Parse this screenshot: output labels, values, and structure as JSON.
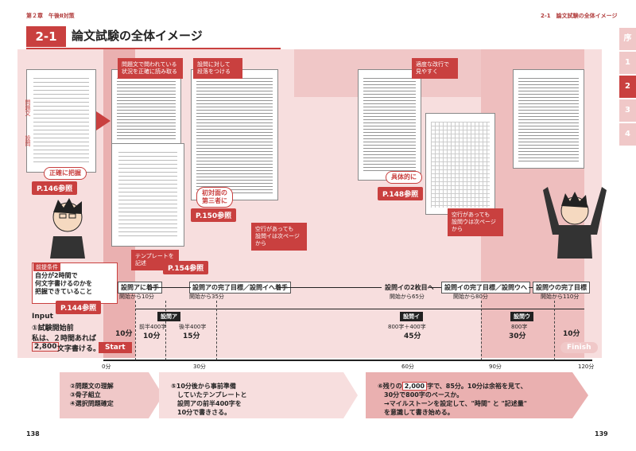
{
  "header": {
    "left": "第２章　午後Ⅱ対策",
    "right": "2-1　論文試験の全体イメージ"
  },
  "title": {
    "number": "2-1",
    "text": "論文試験の全体イメージ"
  },
  "tabs": [
    "序",
    "1",
    "2",
    "3",
    "4"
  ],
  "paper_labels": {
    "mondaibun": "問題文",
    "setsumon": "設問"
  },
  "notes": {
    "n1": "問題文で問われている\n状況を正確に読み取る",
    "n2": "設問に対して\n段落をつける",
    "n3": "空行があっても\n設問イは次ページ\nから",
    "n4": "テンプレートを\n記述",
    "n5": "適度な改行で\n見やすく",
    "n6": "空行があっても\n設問ウは次ページ\nから"
  },
  "bubbles": {
    "b1": "正確に把握",
    "b2": "初対面の\n第三者に",
    "b3": "具体的に"
  },
  "refs": {
    "r1": "P.146参照",
    "r2": "P.150参照",
    "r3": "P.154参照",
    "r4": "P.148参照",
    "r5": "P.144参照"
  },
  "premise": {
    "label": "前提条件",
    "text": "自分が2時間で\n何文字書けるのかを\n把握できていること"
  },
  "input": {
    "title": "Input",
    "line1": "①試験開始前",
    "line2": "私は、２時間あれば",
    "chars": "2,800",
    "line3": "文字書ける。"
  },
  "milestones": {
    "m1": "設問アに着手",
    "m2": "設問アの完了目標／設問イへ着手",
    "m3": "設問イの2枚目へ",
    "m4": "設問イの完了目標／設問ウへ",
    "m5": "設問ウの完了目標"
  },
  "starts": {
    "s1": "開始から10分",
    "s2": "開始から35分",
    "s3": "開始から65分",
    "s4": "開始から80分",
    "s5": "開始から110分"
  },
  "segments": {
    "pre": "10分",
    "a_label": "設問ア",
    "a_first": "前半400字",
    "a_first_min": "10分",
    "a_second": "後半400字",
    "a_second_min": "15分",
    "i_label": "設問イ",
    "i_chars": "800字＋400字",
    "i_min": "45分",
    "u_label": "設問ウ",
    "u_chars": "800字",
    "u_min": "30分",
    "post": "10分"
  },
  "start_label": "Start",
  "finish_label": "Finish",
  "axis_ticks": [
    "0分",
    "30分",
    "60分",
    "90分",
    "120分"
  ],
  "steps": {
    "s1": "②問題文の理解\n③骨子組立\n④選択問題確定",
    "s2": "⑤10分後から事前準備\n　していたテンプレートと\n　設問アの前半400字を\n　10分で書きさる。",
    "s3a": "⑥残りの",
    "s3chars": "2,000",
    "s3b": "字で、85分。10分は余裕を見て、\n　30分で800字のペースか。\n　→マイルストーンを設定して、\"時間\" と \"記述量\"\n　を意識して書き始める。"
  },
  "pages": {
    "left": "138",
    "right": "139"
  },
  "colors": {
    "accent": "#c9403f",
    "band": "#f7dede",
    "band_strong": "#eab0b0"
  }
}
